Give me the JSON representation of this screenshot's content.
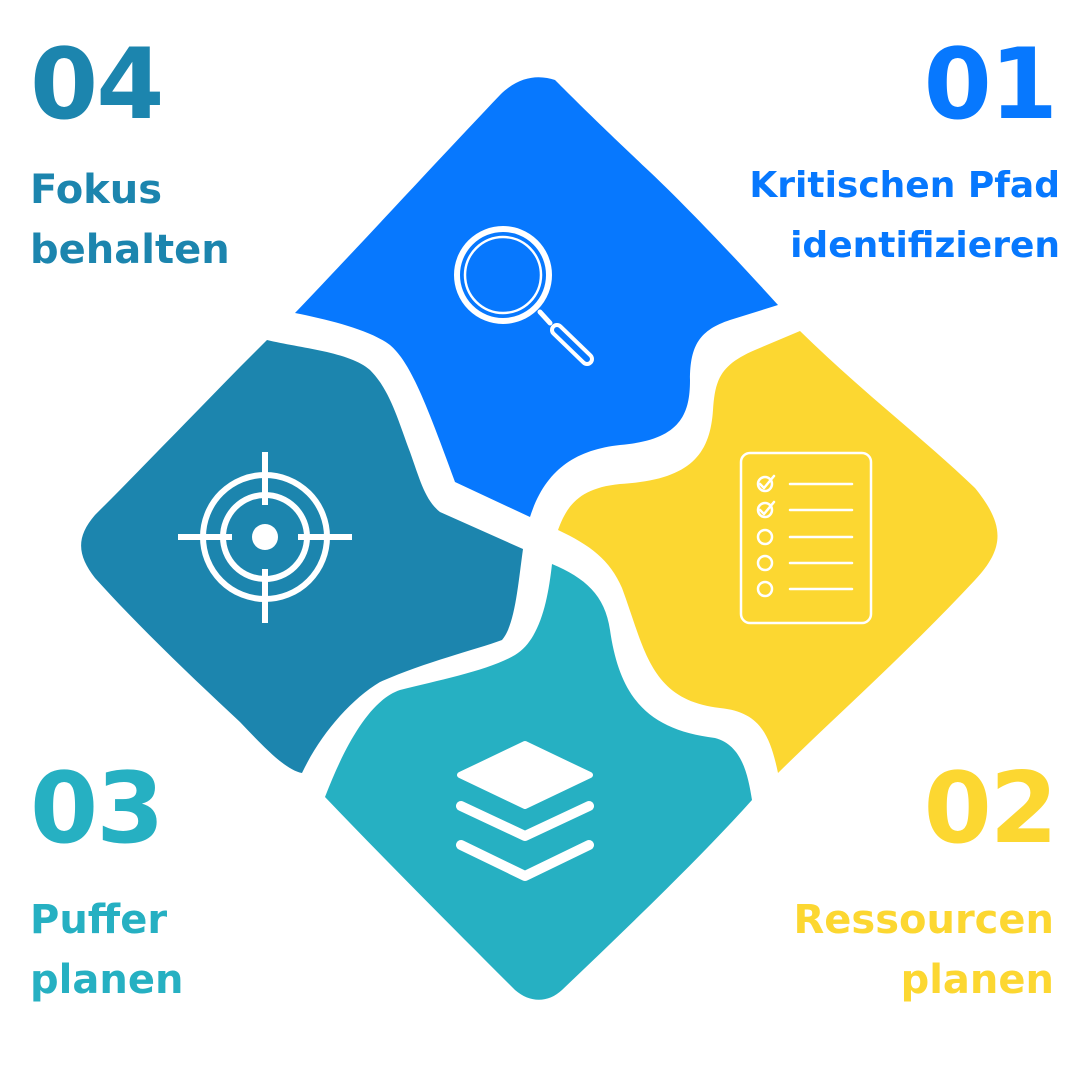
{
  "steps": [
    {
      "number": "01",
      "line1": "Kritischen Pfad",
      "line2": "identifizieren",
      "color": "#0778fe",
      "icon": "magnifier-icon"
    },
    {
      "number": "02",
      "line1": "Ressourcen",
      "line2": "planen",
      "color": "#fcd731",
      "icon": "checklist-icon"
    },
    {
      "number": "03",
      "line1": "Puffer",
      "line2": "planen",
      "color": "#26b0c2",
      "icon": "layers-icon"
    },
    {
      "number": "04",
      "line1": "Fokus",
      "line2": "behalten",
      "color": "#1c85ae",
      "icon": "target-icon"
    }
  ]
}
